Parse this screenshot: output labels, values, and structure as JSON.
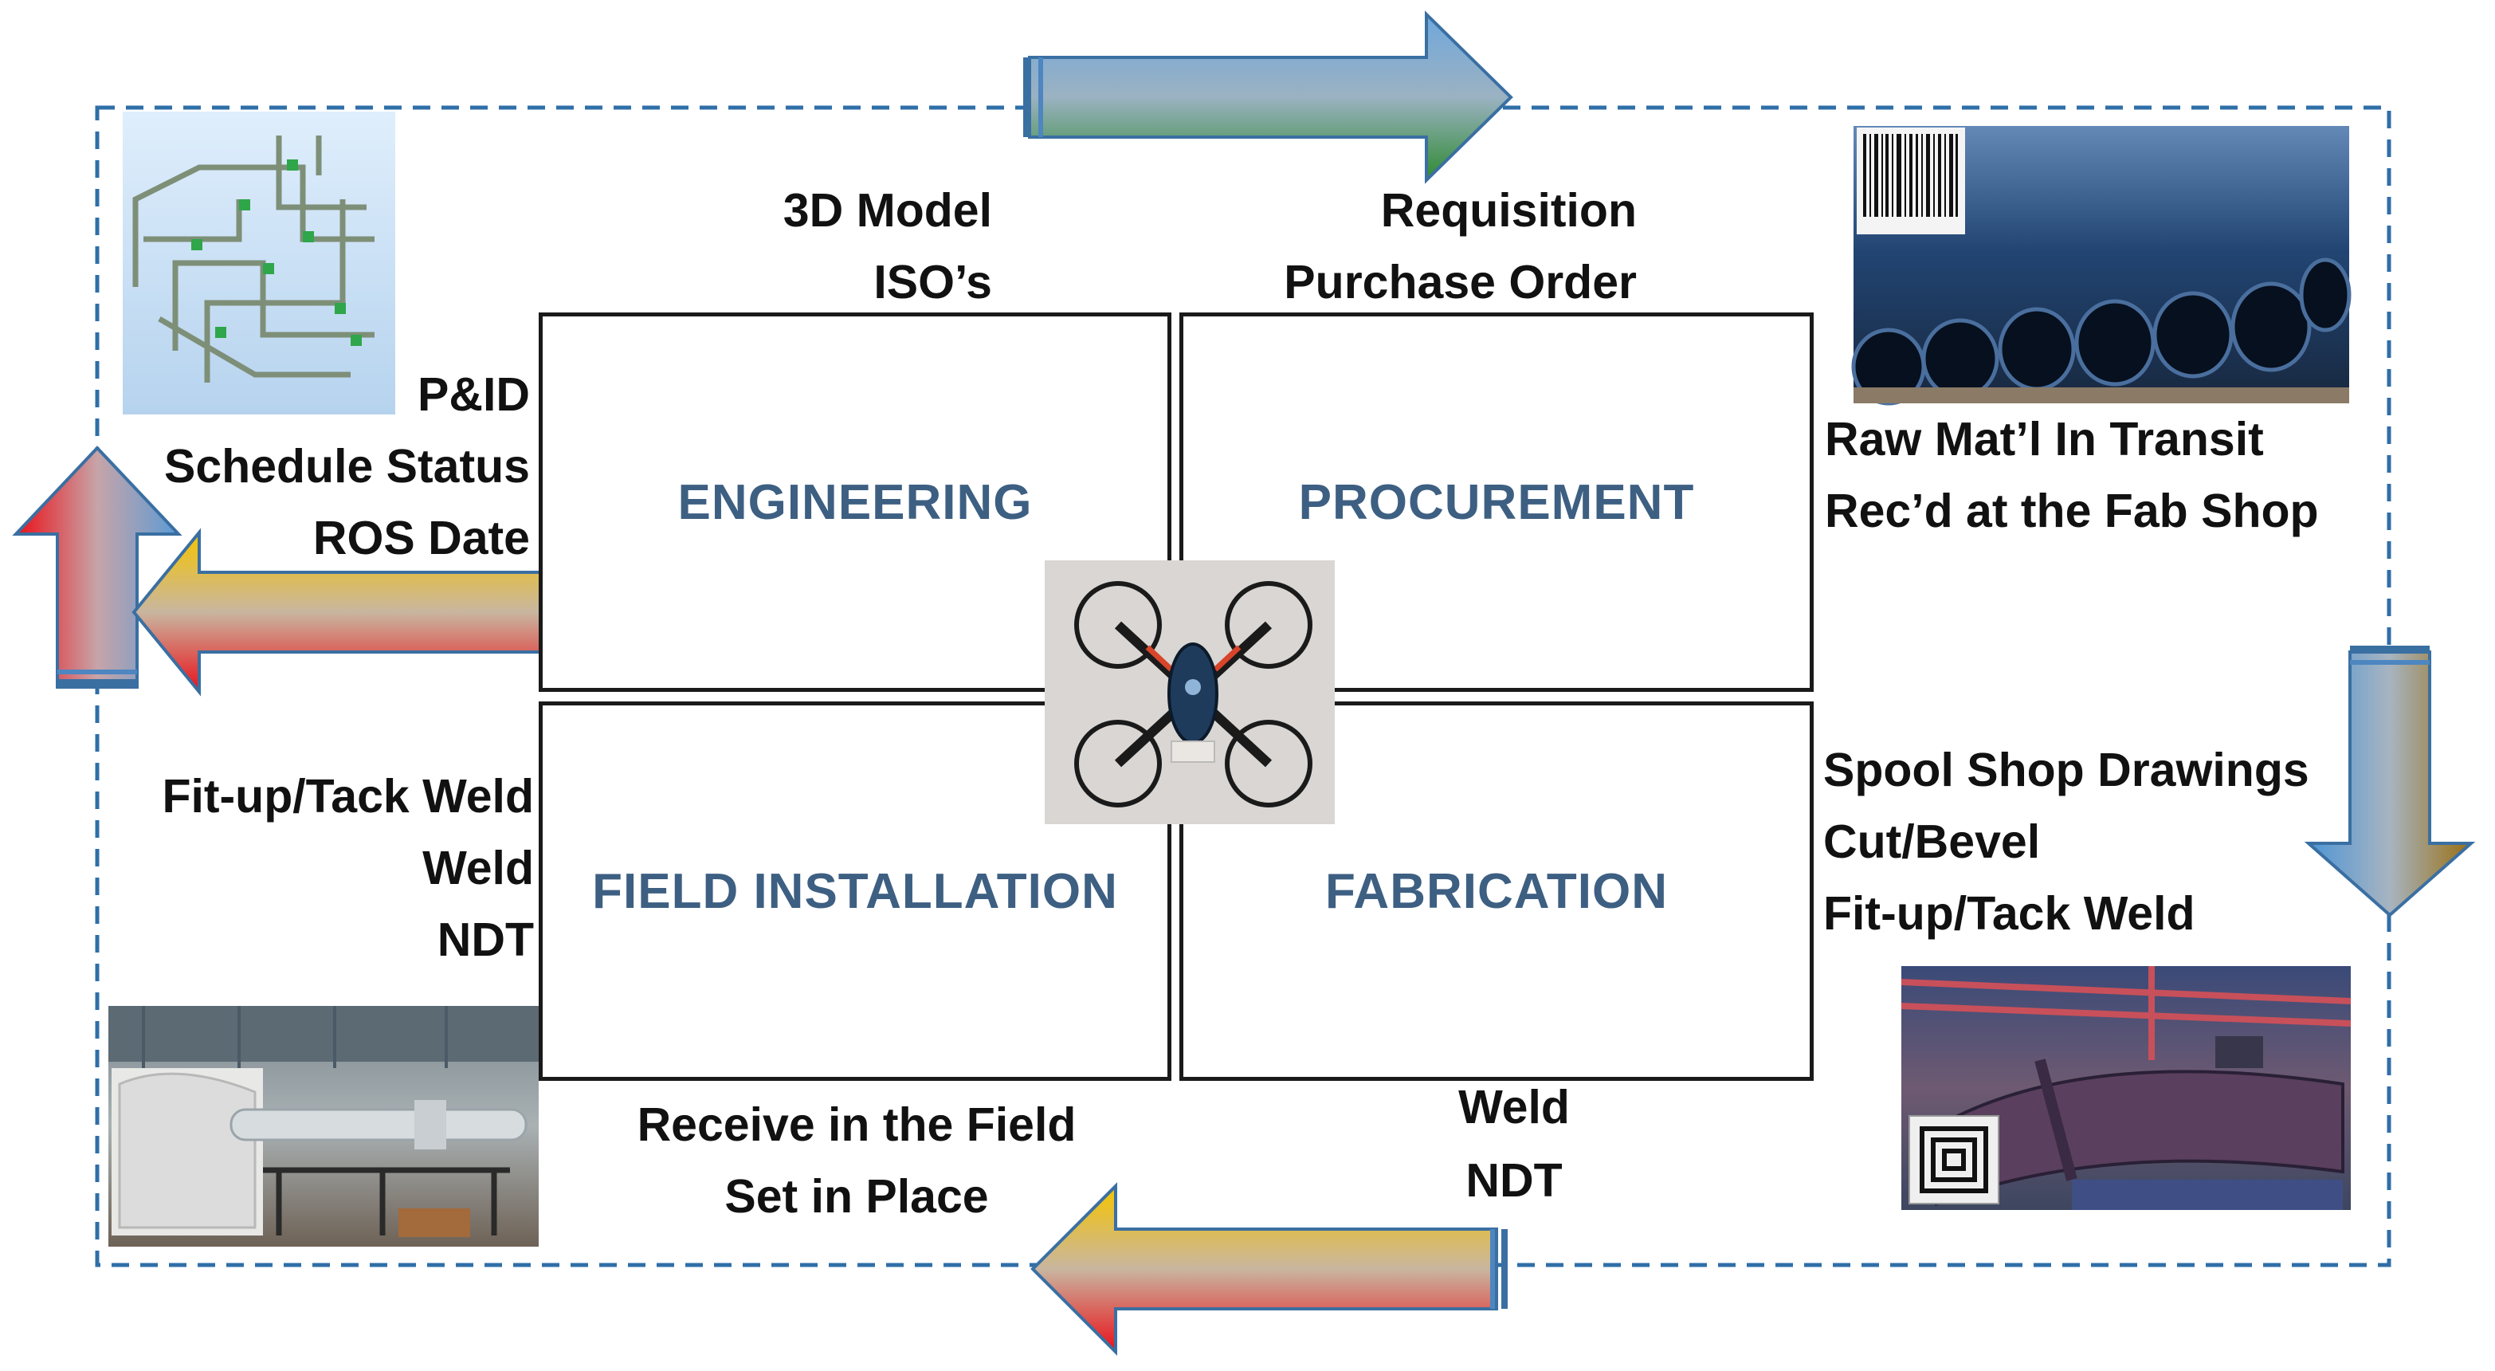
{
  "quadrants": {
    "engineering": "ENGINEERING",
    "procurement": "PROCUREMENT",
    "field_installation": "FIELD INSTALLATION",
    "fabrication": "FABRICATION"
  },
  "engineering_outputs": {
    "line1": "3D Model",
    "line2": "ISO’s"
  },
  "procurement_outputs": {
    "line1": "Requisition",
    "line2": "Purchase Order"
  },
  "engineering_inputs": {
    "line1": "P&ID",
    "line2": "Schedule Status",
    "line3": "ROS Date"
  },
  "raw_material": {
    "line1": "Raw Mat’l In Transit",
    "line2": "Rec’d at the Fab Shop"
  },
  "fabrication_steps": {
    "line1": "Spool Shop Drawings",
    "line2": "Cut/Bevel",
    "line3": "Fit-up/Tack Weld"
  },
  "fabrication_outputs": {
    "line1": "Weld",
    "line2": "NDT"
  },
  "field_receive": {
    "line1": "Receive in the Field",
    "line2": "Set in Place"
  },
  "field_steps": {
    "line1": "Fit-up/Tack Weld",
    "line2": "Weld",
    "line3": "NDT"
  },
  "colors": {
    "quadrant_text": "#3d5f82",
    "dashed_border": "#2f6fa8",
    "arrow_blue": "#5b9bd5",
    "arrow_green": "#3f8a3a",
    "arrow_yellow": "#f2c200",
    "arrow_red": "#e8101a"
  },
  "images": {
    "model": "3d-piping-model",
    "pipes": "pipe-stack-with-barcode",
    "drone": "quadcopter-drone",
    "shop": "fab-shop-with-rfid",
    "field": "field-pipe-spools"
  }
}
